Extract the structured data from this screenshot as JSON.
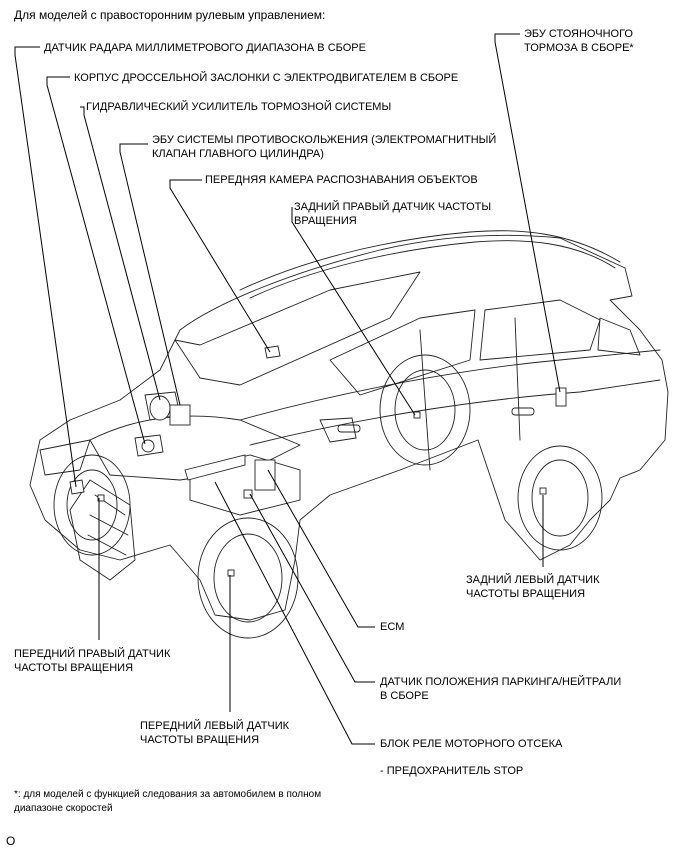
{
  "header": "Для моделей с правосторонним рулевым управлением:",
  "labels": {
    "radar": "ДАТЧИК РАДАРА МИЛЛИМЕТРОВОГО ДИАПАЗОНА В СБОРЕ",
    "throttle": "КОРПУС ДРОССЕЛЬНОЙ ЗАСЛОНКИ С ЭЛЕКТРОДВИГАТЕЛЕМ В СБОРЕ",
    "booster": "ГИДРАВЛИЧЕСКИЙ УСИЛИТЕЛЬ ТОРМОЗНОЙ СИСТЕМЫ",
    "skid_ecu": "ЭБУ СИСТЕМЫ ПРОТИВОСКОЛЬЖЕНИЯ (ЭЛЕКТРОМАГНИТНЫЙ\nКЛАПАН ГЛАВНОГО ЦИЛИНДРА)",
    "camera": "ПЕРЕДНЯЯ КАМЕРА РАСПОЗНАВАНИЯ ОБЪЕКТОВ",
    "rr_speed": "ЗАДНИЙ ПРАВЫЙ ДАТЧИК ЧАСТОТЫ\nВРАЩЕНИЯ",
    "parking_ecu": "ЭБУ СТОЯНОЧНОГО\nТОРМОЗА В СБОРЕ*",
    "rl_speed": "ЗАДНИЙ ЛЕВЫЙ ДАТЧИК\nЧАСТОТЫ ВРАЩЕНИЯ",
    "ecm": "ECM",
    "park_neutral": "ДАТЧИК ПОЛОЖЕНИЯ ПАРКИНГА/НЕЙТРАЛИ\nВ СБОРЕ",
    "relay_block": "БЛОК РЕЛЕ МОТОРНОГО ОТСЕКА",
    "fuse_stop": "- ПРЕДОХРАНИТЕЛЬ STOP",
    "fr_speed": "ПЕРЕДНИЙ ПРАВЫЙ ДАТЧИК\nЧАСТОТЫ ВРАЩЕНИЯ",
    "fl_speed": "ПЕРЕДНИЙ ЛЕВЫЙ ДАТЧИК\nЧАСТОТЫ ВРАЩЕНИЯ"
  },
  "footnote": "*: для моделей с функцией следования за автомобилем в полном\nдиапазоне скоростей",
  "code": "O"
}
